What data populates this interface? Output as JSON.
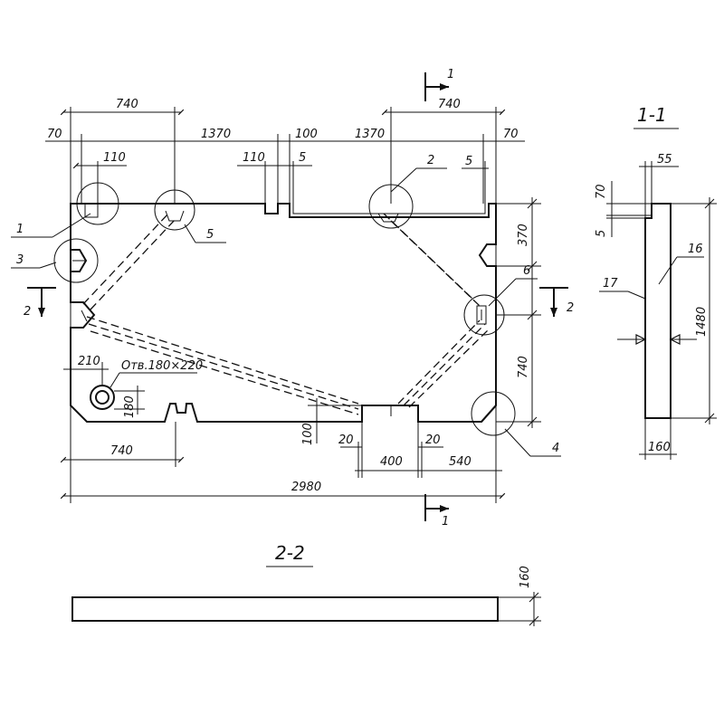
{
  "drawing": {
    "dimensions": {
      "d740_top_left": "740",
      "d740_top_right": "740",
      "d70_left": "70",
      "d70_right": "70",
      "d1370_left": "1370",
      "d1370_right": "1370",
      "d110_left": "110",
      "d110_mid": "110",
      "d100_top": "100",
      "d5_top": "5",
      "d5_right": "5",
      "d370": "370",
      "d740_right": "740",
      "d210": "210",
      "hole": "Отв.180×220",
      "d180": "180",
      "d740_bottom": "740",
      "d100_bottom": "100",
      "d20_left": "20",
      "d20_right": "20",
      "d400": "400",
      "d540": "540",
      "d2980": "2980"
    },
    "callouts": {
      "c1": "1",
      "c2": "2",
      "c3": "3",
      "c4": "4",
      "c5": "5",
      "c6": "6"
    },
    "section_marks": {
      "top_1": "1",
      "bottom_1": "1",
      "left_2": "2",
      "right_2": "2"
    },
    "section_1_1": {
      "title": "1-1",
      "d55": "55",
      "d70": "70",
      "d5": "5",
      "d1480": "1480",
      "d160": "160",
      "c16": "16",
      "c17": "17"
    },
    "section_2_2": {
      "title": "2-2",
      "d160": "160"
    }
  }
}
